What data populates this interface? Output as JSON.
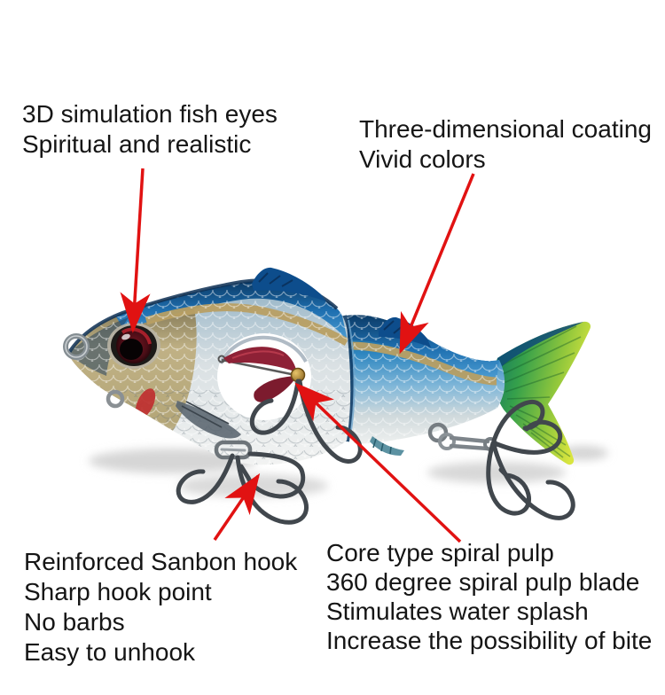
{
  "colors": {
    "background": "#ffffff",
    "arrow_red": "#e11212",
    "text": "#151515",
    "lure_blue_back": "#1e6fb0",
    "lure_gold_stripe": "#b89f63",
    "lure_belly_silver": "#e8ecee",
    "lure_tail_green": "#8fc63c",
    "propeller_red": "#8e2136"
  },
  "annotations": {
    "eyes": {
      "lines": [
        "3D simulation fish eyes",
        "Spiritual and realistic"
      ]
    },
    "coating": {
      "lines": [
        "Three-dimensional coating",
        "Vivid colors"
      ]
    },
    "hook": {
      "lines": [
        "Reinforced Sanbon hook",
        "Sharp hook point",
        "No barbs",
        "Easy to unhook"
      ]
    },
    "pulp": {
      "lines": [
        "Core type spiral pulp",
        "360 degree spiral pulp blade",
        "Stimulates water splash",
        "Increase the possibility of bite"
      ]
    }
  }
}
